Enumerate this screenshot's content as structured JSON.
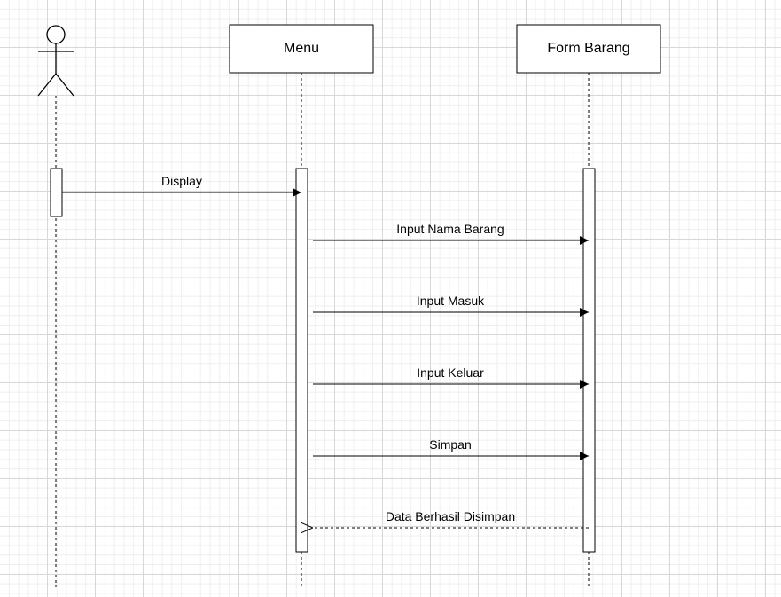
{
  "participants": [
    {
      "id": "actor",
      "kind": "actor",
      "label": ""
    },
    {
      "id": "menu",
      "kind": "box",
      "label": "Menu"
    },
    {
      "id": "form",
      "kind": "box",
      "label": "Form Barang"
    }
  ],
  "messages": [
    {
      "from": "actor",
      "to": "menu",
      "label": "Display",
      "style": "solid"
    },
    {
      "from": "menu",
      "to": "form",
      "label": "Input Nama Barang",
      "style": "solid"
    },
    {
      "from": "menu",
      "to": "form",
      "label": "Input Masuk",
      "style": "solid"
    },
    {
      "from": "menu",
      "to": "form",
      "label": "Input Keluar",
      "style": "solid"
    },
    {
      "from": "menu",
      "to": "form",
      "label": "Simpan",
      "style": "solid"
    },
    {
      "from": "form",
      "to": "menu",
      "label": "Data Berhasil Disimpan",
      "style": "dashed"
    }
  ]
}
